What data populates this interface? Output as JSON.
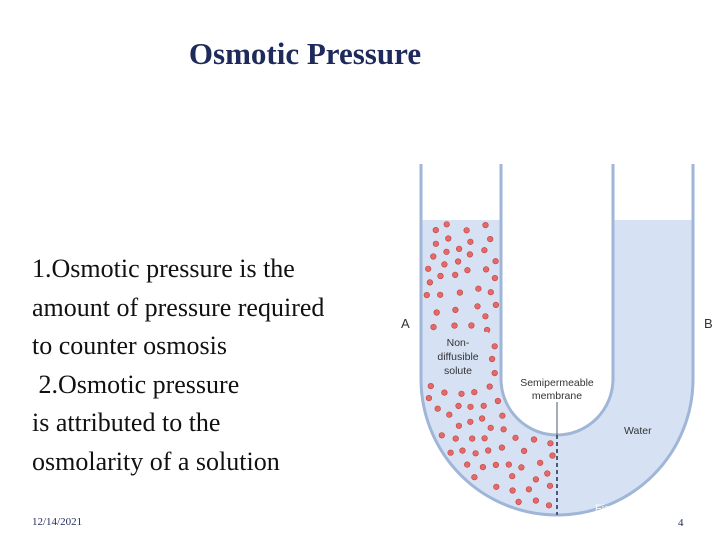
{
  "slide": {
    "title": "Osmotic Pressure",
    "body_lines": [
      "1.Osmotic pressure is the",
      "amount of pressure required",
      "to counter osmosis",
      " 2.Osmotic pressure",
      "is attributed to the",
      "osmolarity of a solution"
    ],
    "date": "12/14/2021",
    "page_number": "4"
  },
  "diagram": {
    "side_left_label": "A",
    "side_right_label": "B",
    "solute_label_lines": [
      "Non-",
      "diffusible",
      "solute"
    ],
    "membrane_label_lines": [
      "Semipermeable",
      "membrane"
    ],
    "water_label": "Water",
    "figure_ref": "Fig. 4.10",
    "colors": {
      "tube_wall": "#9fb6d8",
      "water_fill": "#d6e2f4",
      "particle_fill": "#e46a6a",
      "particle_stroke": "#c33c3c",
      "membrane_line": "#4a5a78",
      "title_color": "#1f2a5c"
    }
  }
}
